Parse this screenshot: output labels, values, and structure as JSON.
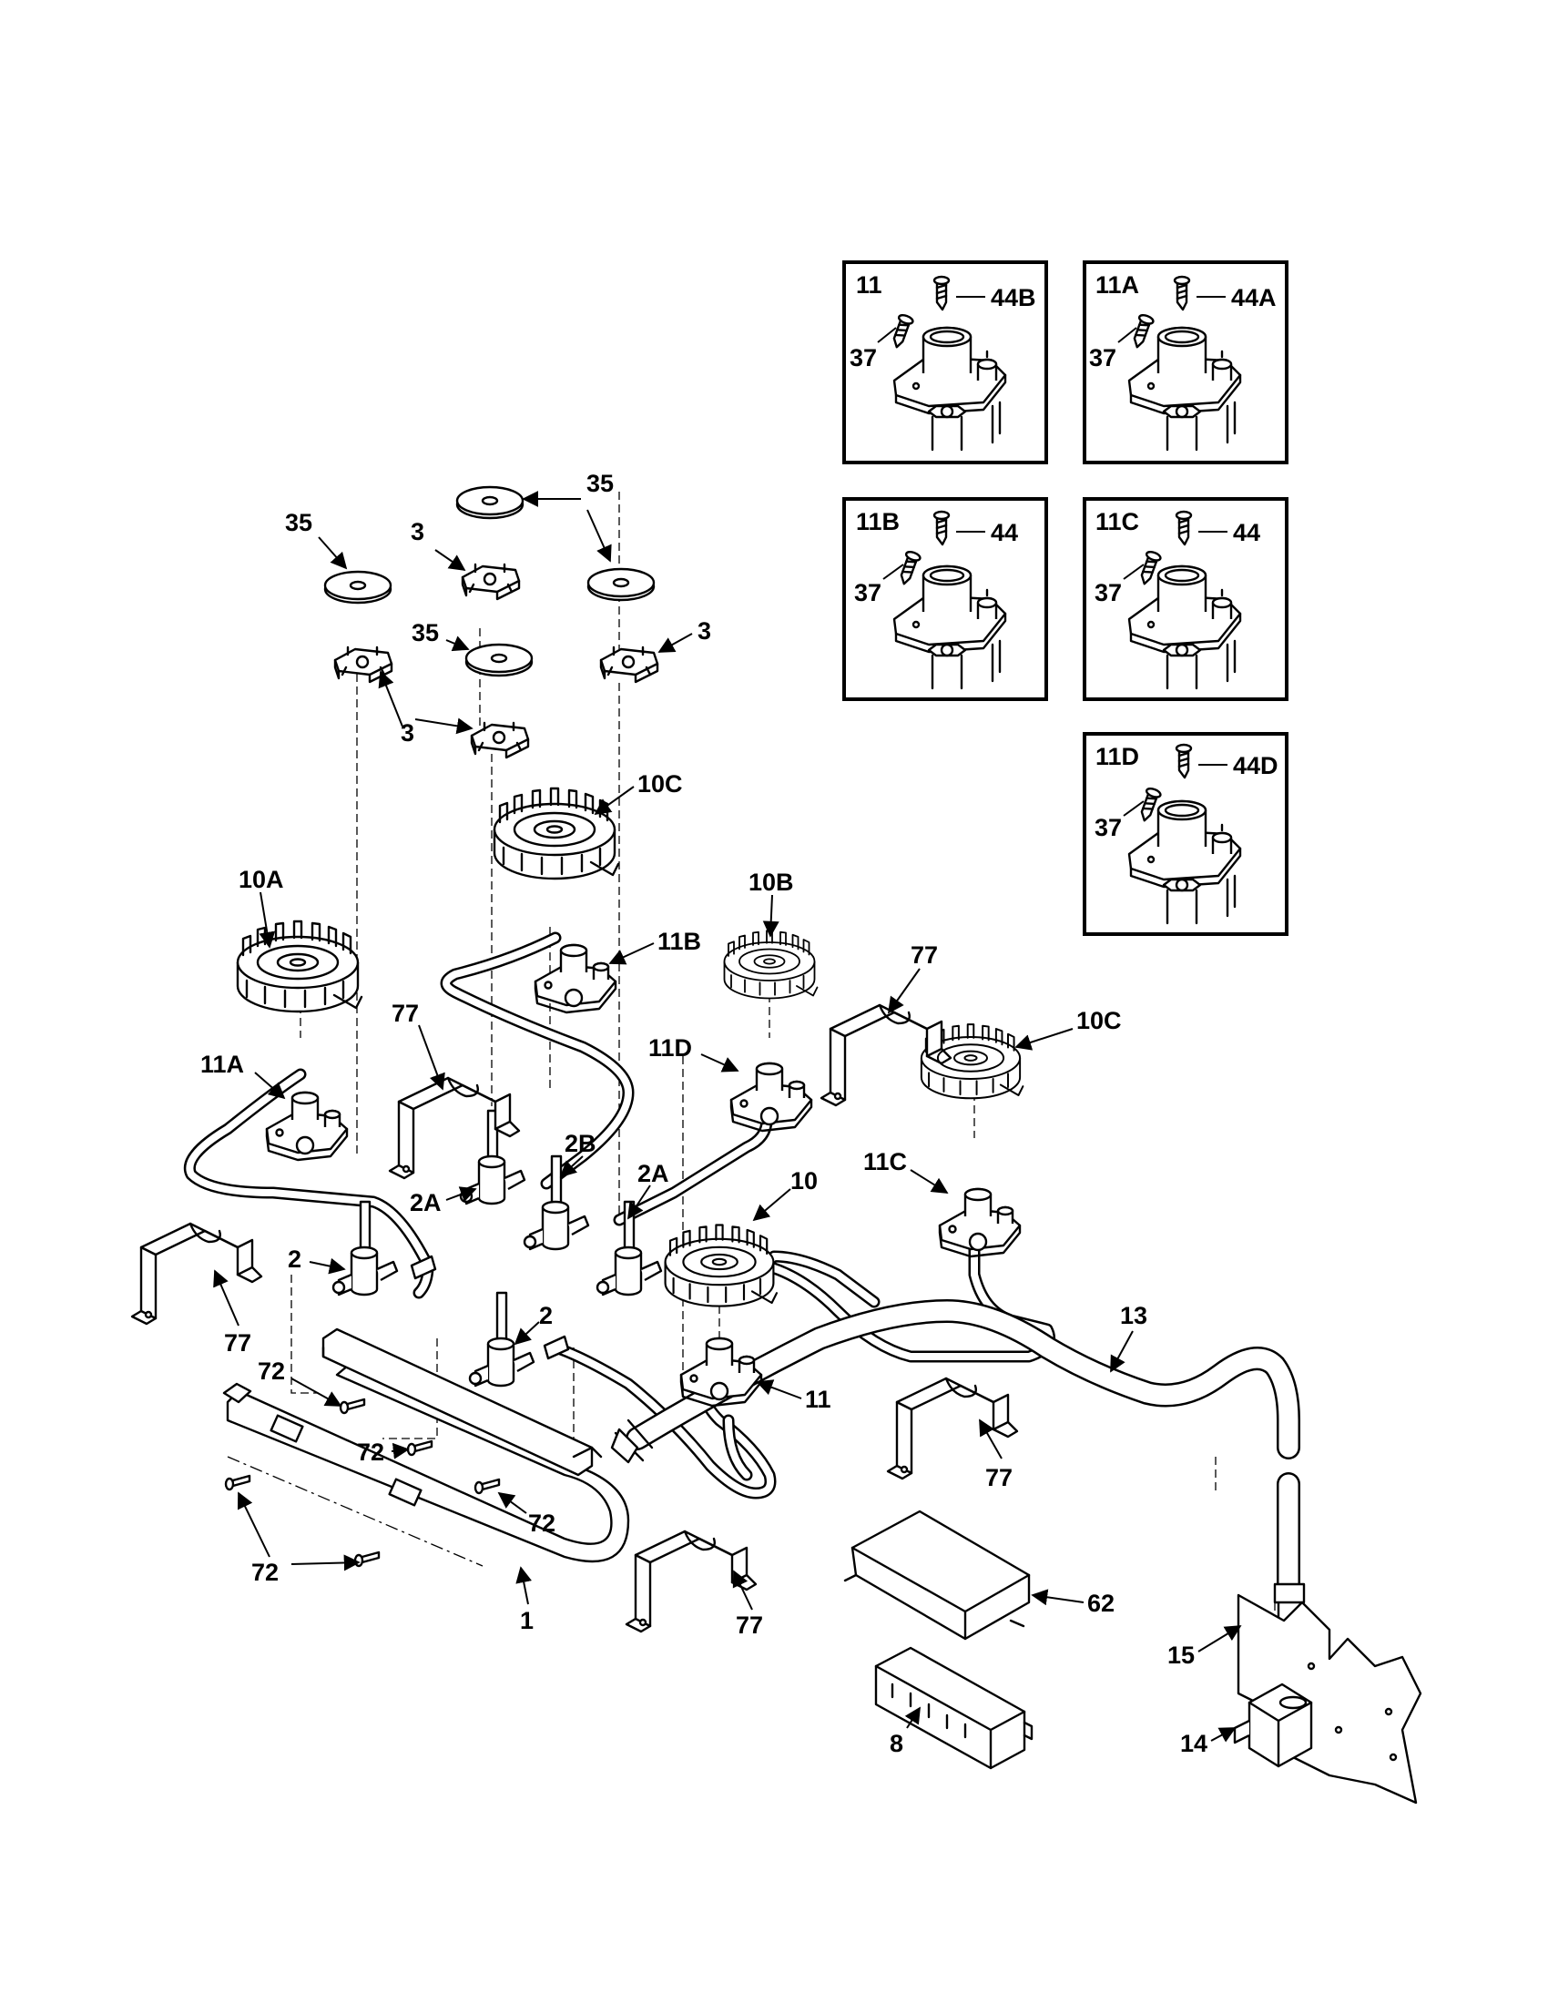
{
  "diagram": {
    "callouts": {
      "c_35_top": "35",
      "c_35_left": "35",
      "c_35_mid": "35",
      "c_3_top": "3",
      "c_3_right": "3",
      "c_3_bottom": "3",
      "c_10c_top": "10C",
      "c_10a": "10A",
      "c_10b": "10B",
      "c_11b": "11B",
      "c_77_left_top": "77",
      "c_77_right_top": "77",
      "c_10c_right": "10C",
      "c_11a": "11A",
      "c_11d": "11D",
      "c_2b": "2B",
      "c_2a_left": "2A",
      "c_2a_right": "2A",
      "c_10": "10",
      "c_11c": "11C",
      "c_2_left": "2",
      "c_2_center": "2",
      "c_13": "13",
      "c_77_left_bottom": "77",
      "c_72_a": "72",
      "c_72_b": "72",
      "c_72_c": "72",
      "c_72_d": "72",
      "c_11": "11",
      "c_77_center_right": "77",
      "c_1": "1",
      "c_77_bottom": "77",
      "c_62": "62",
      "c_15": "15",
      "c_8": "8",
      "c_14": "14"
    },
    "insets": [
      {
        "title": "11",
        "screw": "37",
        "cap": "44B"
      },
      {
        "title": "11A",
        "screw": "37",
        "cap": "44A"
      },
      {
        "title": "11B",
        "screw": "37",
        "cap": "44"
      },
      {
        "title": "11C",
        "screw": "37",
        "cap": "44"
      },
      {
        "title": "11D",
        "screw": "37",
        "cap": "44D"
      }
    ]
  }
}
